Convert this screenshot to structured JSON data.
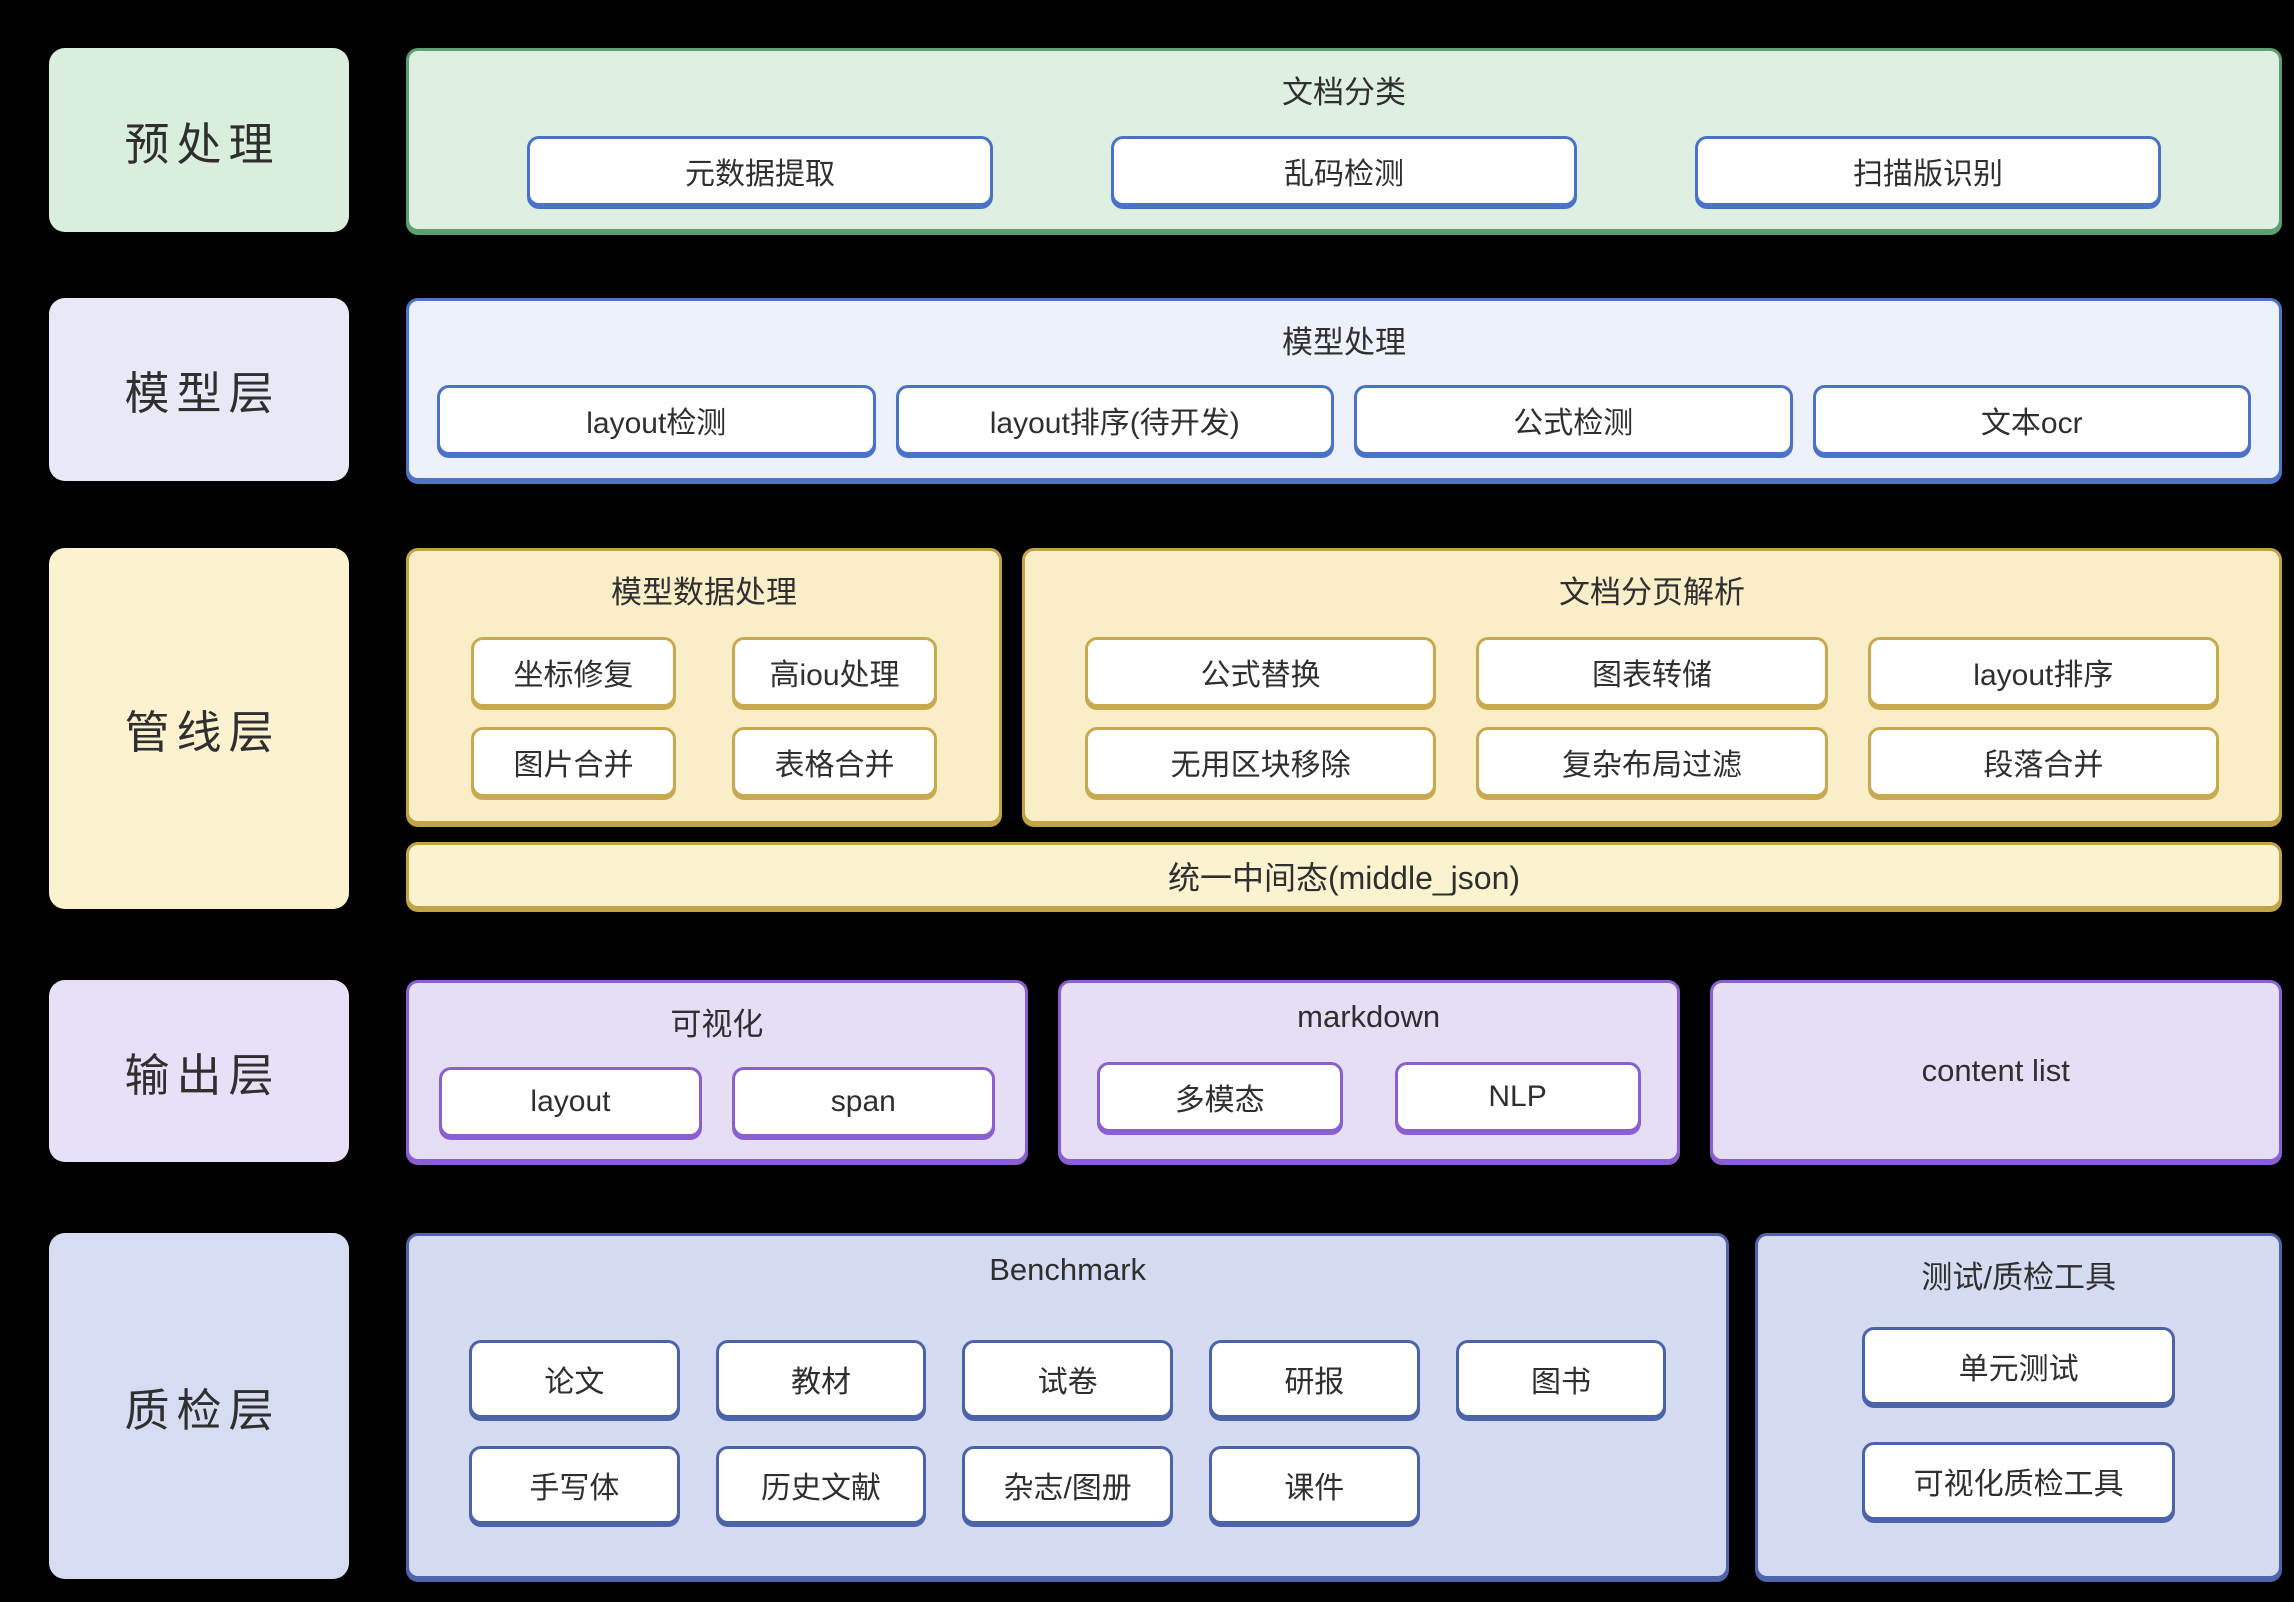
{
  "diagram": {
    "rows": [
      {
        "label": "预处理",
        "groups": [
          {
            "title": "文档分类",
            "item_rows": [
              [
                "元数据提取",
                "乱码检测",
                "扫描版识别"
              ]
            ]
          }
        ]
      },
      {
        "label": "模型层",
        "groups": [
          {
            "title": "模型处理",
            "item_rows": [
              [
                "layout检测",
                "layout排序(待开发)",
                "公式检测",
                "文本ocr"
              ]
            ]
          }
        ]
      },
      {
        "label": "管线层",
        "groups": [
          {
            "title": "模型数据处理",
            "item_rows": [
              [
                "坐标修复",
                "高iou处理"
              ],
              [
                "图片合并",
                "表格合并"
              ]
            ]
          },
          {
            "title": "文档分页解析",
            "item_rows": [
              [
                "公式替换",
                "图表转储",
                "layout排序"
              ],
              [
                "无用区块移除",
                "复杂布局过滤",
                "段落合并"
              ]
            ]
          }
        ],
        "bar_label": "统一中间态(middle_json)"
      },
      {
        "label": "输出层",
        "groups": [
          {
            "title": "可视化",
            "item_rows": [
              [
                "layout",
                "span"
              ]
            ]
          },
          {
            "title": "markdown",
            "item_rows": [
              [
                "多模态",
                "NLP"
              ]
            ]
          },
          {
            "title": "content list",
            "item_rows": []
          }
        ]
      },
      {
        "label": "质检层",
        "groups": [
          {
            "title": "Benchmark",
            "item_rows": [
              [
                "论文",
                "教材",
                "试卷",
                "研报",
                "图书"
              ],
              [
                "手写体",
                "历史文献",
                "杂志/图册",
                "课件"
              ]
            ]
          },
          {
            "title": "测试/质检工具",
            "item_rows": [
              [
                "单元测试"
              ],
              [
                "可视化质检工具"
              ]
            ]
          }
        ]
      }
    ],
    "colors": {
      "background": "#000000",
      "text": "#2f2f2f",
      "green_label_bg": "#d9eedd",
      "green_bg": "#dff0e3",
      "green_border": "#5f9e70",
      "blue_label_bg": "#e7eaf6",
      "blue_bg": "#edf1fb",
      "blue_border": "#4e74c9",
      "blue_item_border": "#4a72c8",
      "yellow_label_bg": "#fdf2cf",
      "yellow_bg": "#faeec9",
      "yellow_border": "#c2a446",
      "yellow_item_border": "#c9a94f",
      "yellow_bar_bg": "#fbf2d0",
      "purple_label_bg": "#e7e0f8",
      "purple_bg": "#e6def5",
      "purple_border": "#8a5fd1",
      "indigo_label_bg": "#d6dcf1",
      "indigo_bg": "#d5dcf2",
      "indigo_border": "#5064ab",
      "indigo_item_border": "#4c63a9"
    }
  }
}
